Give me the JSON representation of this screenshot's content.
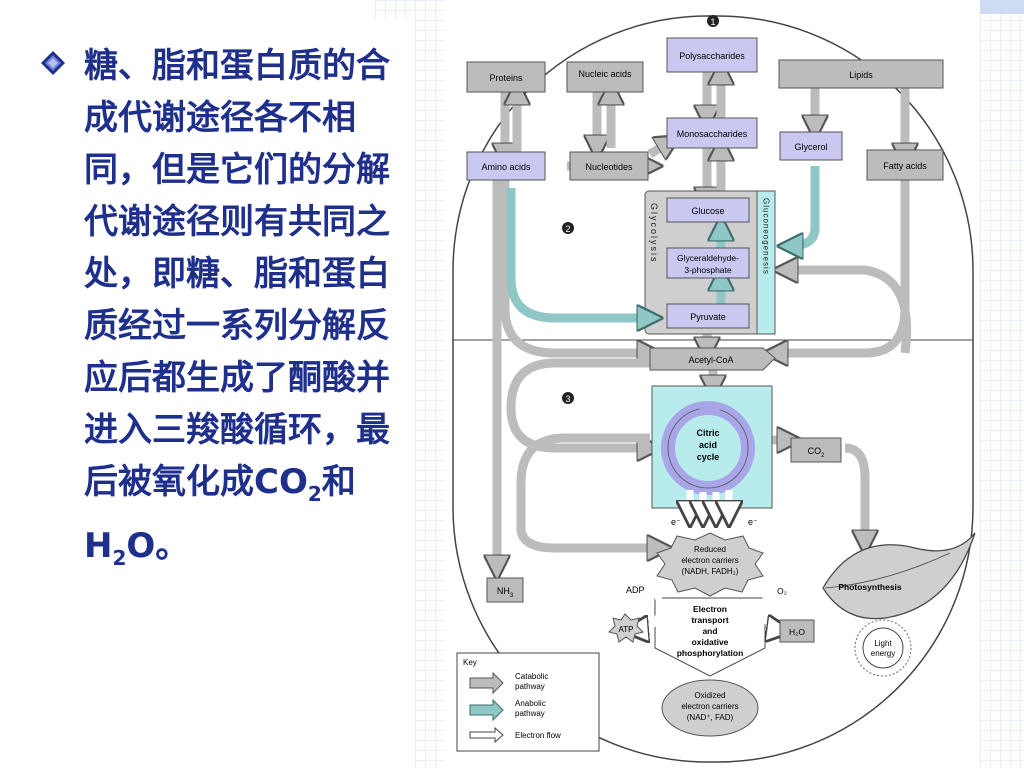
{
  "slide": {
    "text_before": "糖、脂和蛋白质的合成代谢途径各不相同，但是它们的分解代谢途径则有共同之处，即糖、脂和蛋白质经过一系列分解反应后都生成了酮酸并进入三羧酸循环，最后被氧化成",
    "co": "CO",
    "co_sub": "2",
    "he": "和",
    "h": "H",
    "h_sub": "2",
    "o_end": "O。"
  },
  "diagram": {
    "stage1": "1",
    "stage2": "2",
    "stage3": "3",
    "proteins": "Proteins",
    "nucleic_acids": "Nucleic acids",
    "polysaccharides": "Polysaccharides",
    "lipids": "Lipids",
    "monosaccharides": "Monosaccharides",
    "glycerol": "Glycerol",
    "amino_acids": "Amino acids",
    "nucleotides": "Nucleotides",
    "fatty_acids": "Fatty acids",
    "glucose": "Glucose",
    "g3p_line1": "Glyceraldehyde-",
    "g3p_line2": "3-phosphate",
    "pyruvate": "Pyruvate",
    "glycolysis": "Glycolysis",
    "gluconeogenesis": "Gluconeogenesis",
    "acetyl_coa": "Acetyl-CoA",
    "citric_line1": "Citric",
    "citric_line2": "acid",
    "citric_line3": "cycle",
    "co2": "CO",
    "co2_sub": "2",
    "nh3": "NH",
    "nh3_sub": "3",
    "e_minus_1": "e⁻",
    "e_minus_2": "e⁻",
    "reduced_1": "Reduced",
    "reduced_2": "electron carriers",
    "reduced_3": "(NADH, FADH₂)",
    "adp": "ADP",
    "atp": "ATP",
    "o2": "O₂",
    "h2o": "H₂O",
    "et_1": "Electron",
    "et_2": "transport",
    "et_3": "and",
    "et_4": "oxidative",
    "et_5": "phosphorylation",
    "oxidized_1": "Oxidized",
    "oxidized_2": "electron carriers",
    "oxidized_3": "(NAD⁺, FAD)",
    "photosynthesis": "Photosynthesis",
    "light_1": "Light",
    "light_2": "energy",
    "key_title": "Key",
    "key_catabolic_1": "Catabolic",
    "key_catabolic_2": "pathway",
    "key_anabolic_1": "Anabolic",
    "key_anabolic_2": "pathway",
    "key_electron": "Electron flow"
  },
  "colors": {
    "text_blue": "#1f2f8c",
    "catabolic_gray": "#bcbcbc",
    "anabolic_teal": "#8fc7c7",
    "node_lavender": "#c9c8f0",
    "cycle_bg": "#b8ecec",
    "grid_blue": "#c6d4f0"
  }
}
